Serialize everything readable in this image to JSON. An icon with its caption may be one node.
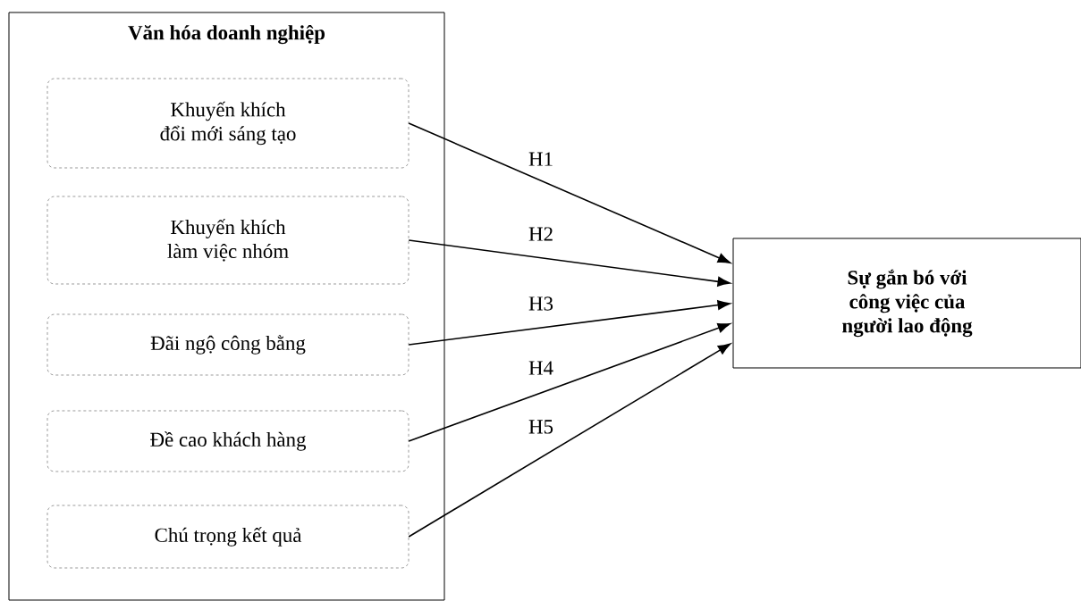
{
  "diagram": {
    "nodes": [
      {
        "text": [
          "Văn hóa doanh nghiệp"
        ]
      },
      {
        "text": [
          "Khuyến khích đổi mới sáng tạo"
        ],
        "in": 0
      },
      {
        "text": [
          "Khuyến khích làm việc nhóm"
        ],
        "in": 0
      },
      {
        "text": [
          "Đãi ngộ công bằng"
        ],
        "in": 0
      },
      {
        "text": [
          "Đề cao khách hàng"
        ],
        "in": 0
      },
      {
        "text": [
          "Chú trọng kết quả"
        ],
        "in": 0
      },
      {
        "text": [
          "Sự gắn bó với công việc của người lao động"
        ]
      }
    ],
    "edges": [
      {
        "from": 1,
        "to": 6,
        "arrow": "to",
        "label": "H1"
      },
      {
        "from": 2,
        "to": 6,
        "arrow": "to",
        "label": "H2"
      },
      {
        "from": 3,
        "to": 6,
        "arrow": "to",
        "label": "H3"
      },
      {
        "from": 4,
        "to": 6,
        "arrow": "to",
        "label": "H4"
      },
      {
        "from": 5,
        "to": 6,
        "arrow": "to",
        "label": "H5"
      }
    ]
  }
}
